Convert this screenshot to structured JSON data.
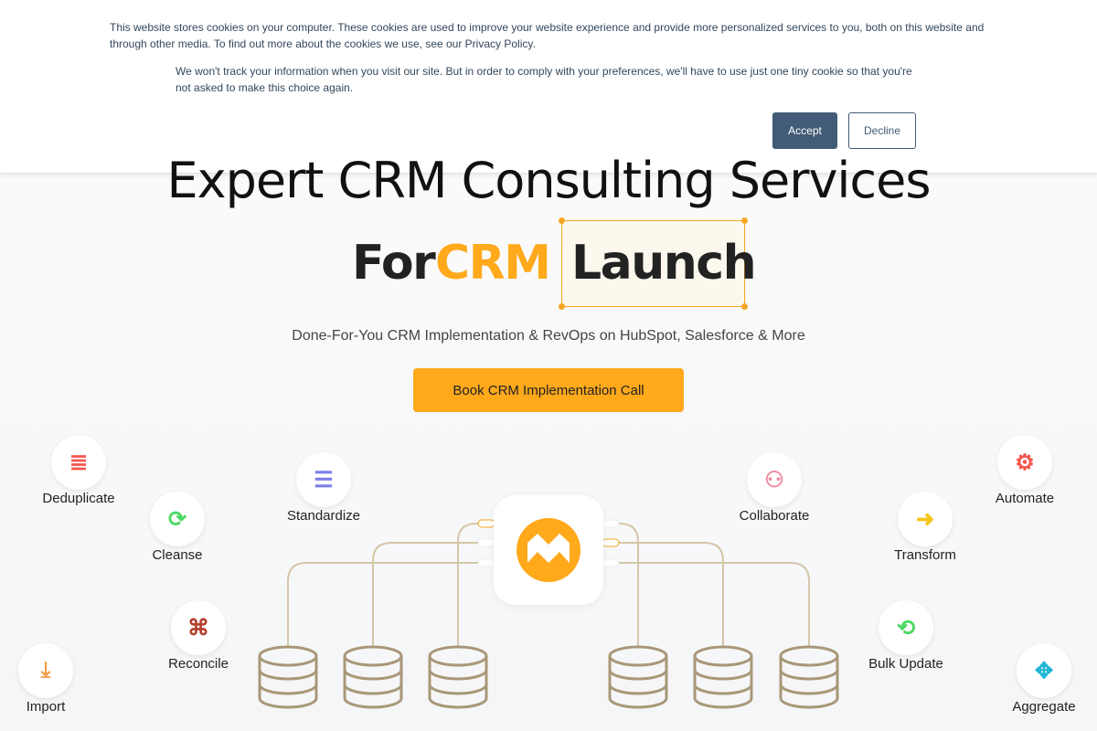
{
  "cookie": {
    "text1": "This website stores cookies on your computer. These cookies are used to improve your website experience and provide more personalized services to you, both on this website and through other media. To find out more about the cookies we use, see our Privacy Policy.",
    "text2": "We won't track your information when you visit our site. But in order to comply with your preferences, we'll have to use just one tiny cookie so that you're not asked to make this choice again.",
    "accept": "Accept",
    "decline": "Decline"
  },
  "hero": {
    "title": "Expert CRM Consulting Services",
    "line2_a": "For",
    "line2_b": "CRM",
    "line2_c": "Launch",
    "subtitle": "Done-For-You CRM Implementation & RevOps on HubSpot, Salesforce & More",
    "cta": "Book CRM Implementation Call"
  },
  "features": [
    "Deduplicate",
    "Cleanse",
    "Standardize",
    "Reconcile",
    "Import",
    "Collaborate",
    "Transform",
    "Automate",
    "Bulk Update",
    "Aggregate"
  ],
  "colors": {
    "accent": "#ffa91b",
    "line": "#d4c6a8",
    "db": "#a89878"
  }
}
